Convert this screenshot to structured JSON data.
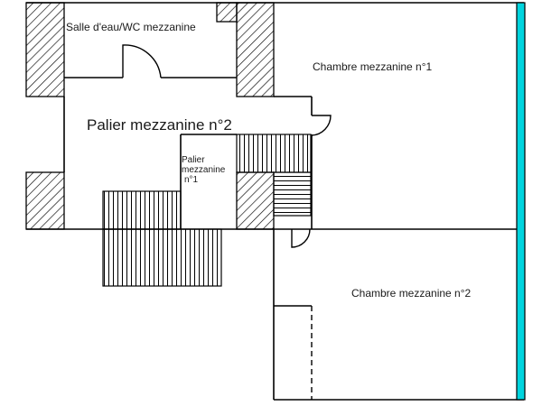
{
  "rooms": {
    "salle_eau": "Salle d'eau/WC mezzanine",
    "chambre1": "Chambre mezzanine n°1",
    "palier2": "Palier mezzanine n°2",
    "palier1_line1": "Palier",
    "palier1_line2": "mezzanine",
    "palier1_line3": "n°1",
    "chambre2": "Chambre mezzanine n°2"
  },
  "colors": {
    "walls": "#000000",
    "hatch": "#000000",
    "window_accent": "#00d4de",
    "background": "#ffffff"
  }
}
